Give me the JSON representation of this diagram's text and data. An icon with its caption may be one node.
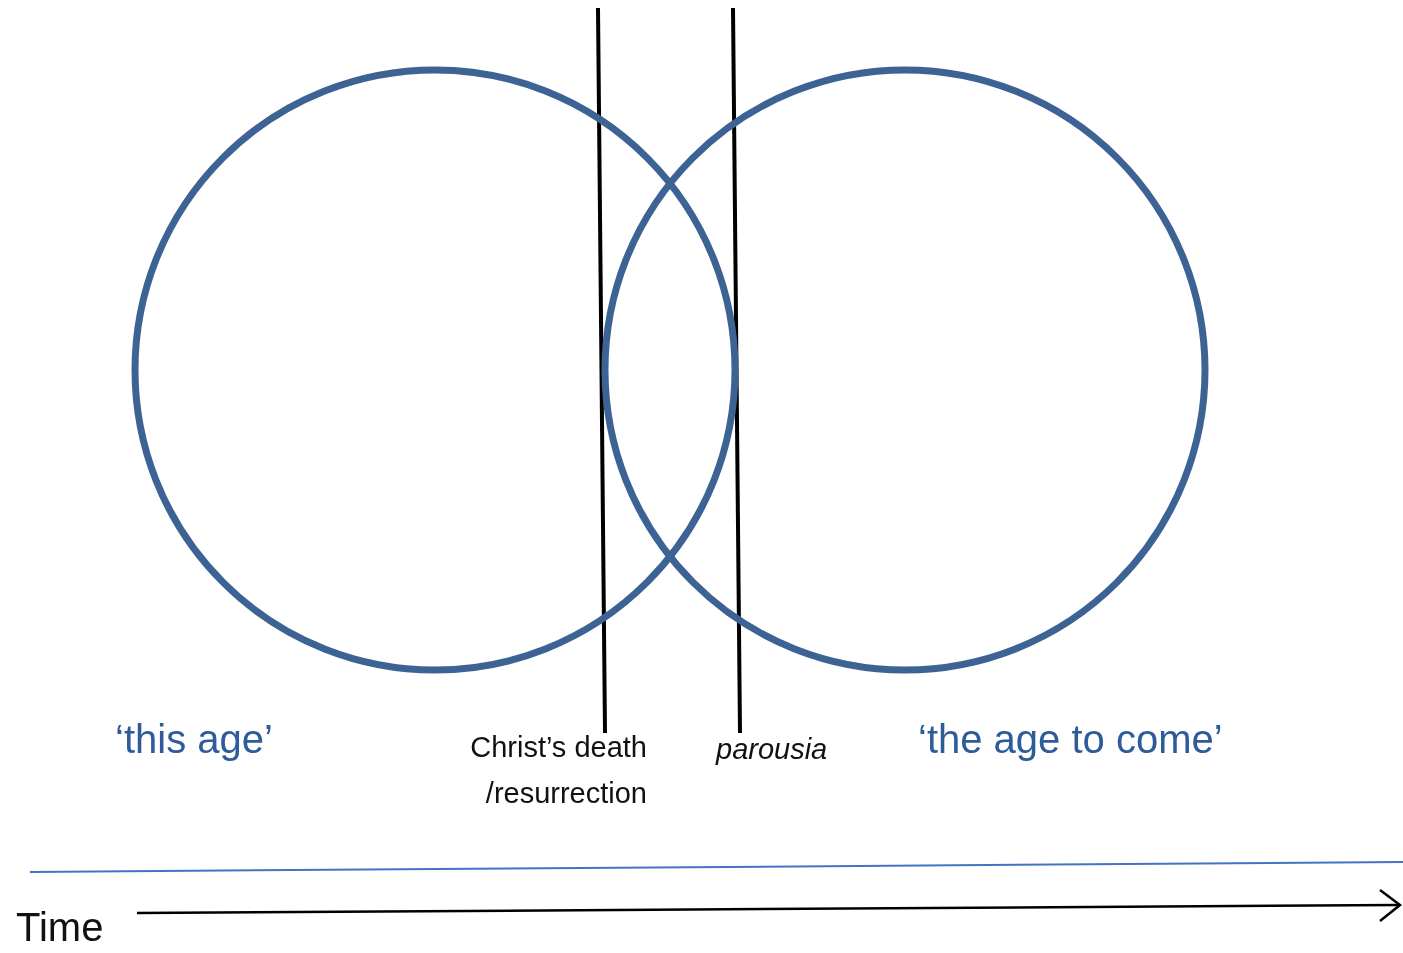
{
  "diagram": {
    "nodes": [
      {
        "text": [
          "‘this age’"
        ]
      },
      {
        "text": [
          "‘the age to come’"
        ]
      }
    ],
    "labels": [
      "Christ’s death /resurrection",
      "parousia",
      "Time"
    ]
  }
}
